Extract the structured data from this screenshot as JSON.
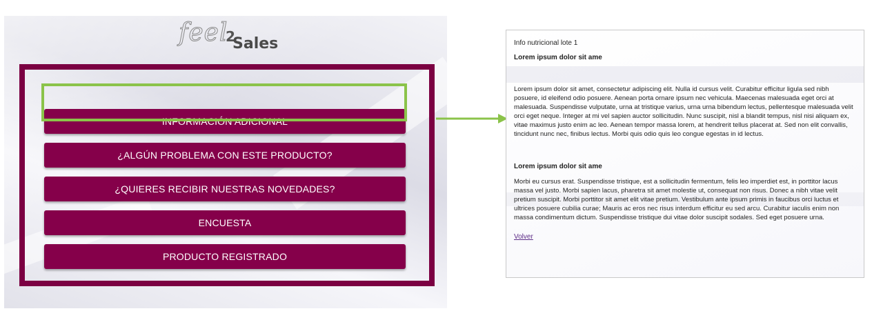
{
  "logo": {
    "part1": "feel",
    "part2": "2",
    "part3": "Sales"
  },
  "menu": {
    "buttons": [
      {
        "label": "INFORMACIÓN ADICIONAL"
      },
      {
        "label": "¿ALGÚN PROBLEMA CON ESTE PRODUCTO?"
      },
      {
        "label": "¿QUIERES RECIBIR NUESTRAS NOVEDADES?"
      },
      {
        "label": "ENCUESTA"
      },
      {
        "label": "PRODUCTO REGISTRADO"
      }
    ]
  },
  "colors": {
    "accent": "#85004a",
    "frame": "#7b0042",
    "highlight": "#8bc34a",
    "link": "#5b2a86"
  },
  "info": {
    "title": "Info nutricional lote 1",
    "section1": {
      "heading": "Lorem ipsum dolor sit ame",
      "body": "Lorem ipsum dolor sit amet, consectetur adipiscing elit. Nulla id cursus velit. Curabitur efficitur ligula sed nibh posuere, id eleifend odio posuere. Aenean porta ornare ipsum nec vehicula. Maecenas malesuada eget orci at malesuada. Suspendisse vulputate, urna at tristique varius, urna urna bibendum lectus, pellentesque malesuada velit orci eget neque. Integer at mi vel sapien auctor sollicitudin. Nunc suscipit, nisl a blandit tempus, nisl nisi aliquam ex, vitae maximus justo enim ac leo. Aenean tempor massa lorem, at hendrerit tellus placerat at. Sed non elit convallis, tincidunt nunc nec, finibus lectus. Morbi quis odio quis leo congue egestas in id lectus."
    },
    "section2": {
      "heading": "Lorem ipsum dolor sit ame",
      "body": "Morbi eu cursus erat. Suspendisse tristique, est a sollicitudin fermentum, felis leo imperdiet est, in porttitor lacus massa vel justo. Morbi sapien lacus, pharetra sit amet molestie ut, consequat non risus. Donec a nibh vitae velit pretium suscipit. Morbi porttitor sit amet elit vitae pretium. Vestibulum ante ipsum primis in faucibus orci luctus et ultrices posuere cubilia curae; Mauris ac eros nec risus interdum efficitur eu sed arcu. Curabitur iaculis enim non massa condimentum dictum. Suspendisse tristique dui vitae dolor suscipit sodales. Sed eget posuere urna."
    },
    "back_link": "Volver"
  }
}
